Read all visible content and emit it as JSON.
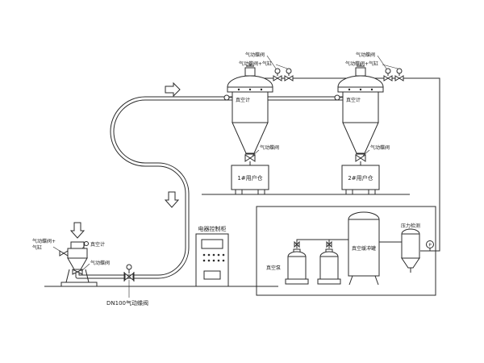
{
  "colors": {
    "line": "#2b2b2b",
    "background": "#ffffff"
  },
  "feeder_station": {
    "vacuum_gauge_label": "真空计",
    "inlet_valve_label_line1": "气动蝶阀+",
    "inlet_valve_label_line2": "气缸",
    "discharge_valve_label": "气动蝶阀",
    "pipe_valve_label": "DN100气动蝶阀"
  },
  "receivers": [
    {
      "top_valve_label": "气动蝶阀",
      "top_valve_cylinder_label": "气动蝶阀+气缸",
      "vacuum_gauge_label": "真空计",
      "discharge_valve_label": "气动蝶阀",
      "bin_label": "1#用户仓"
    },
    {
      "top_valve_label": "气动蝶阀",
      "top_valve_cylinder_label": "气动蝶阀+气缸",
      "vacuum_gauge_label": "真空计",
      "discharge_valve_label": "气动蝶阀",
      "bin_label": "2#用户仓"
    }
  ],
  "control_cabinet": {
    "label": "电器控制柜"
  },
  "pump_room": {
    "vacuum_pump_label": "真空泵",
    "buffer_tank_label": "真空缓冲罐",
    "pressure_detect_label": "压力检测",
    "pressure_gauge_letter": "P"
  }
}
